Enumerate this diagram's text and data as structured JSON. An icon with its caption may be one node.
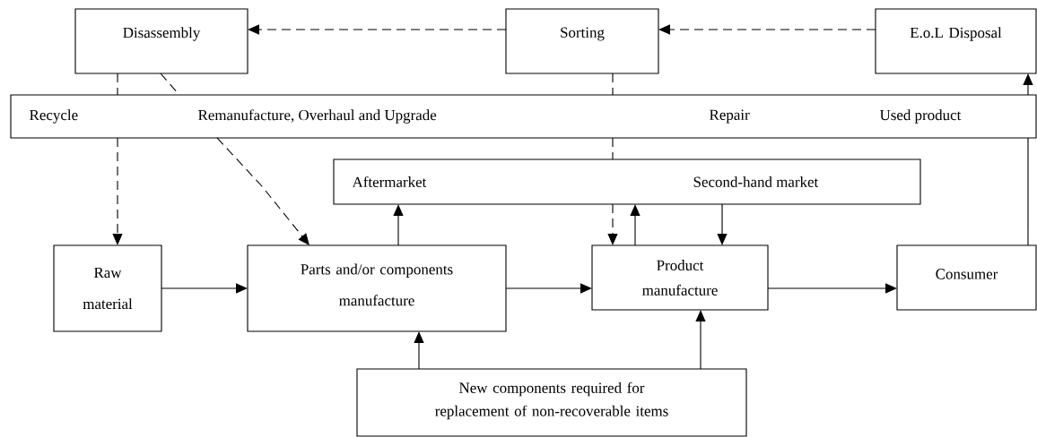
{
  "diagram": {
    "nodes": [
      {
        "text": [
          "Disassembly"
        ]
      },
      {
        "text": [
          "Sorting"
        ]
      },
      {
        "text": [
          "E.o.L Disposal"
        ]
      },
      {
        "text": [
          "Recycle",
          "Remanufacture, Overhaul and Upgrade",
          "Repair",
          "Used product"
        ]
      },
      {
        "text": [
          "Aftermarket",
          "Second-hand market"
        ]
      },
      {
        "text": [
          "Raw material"
        ]
      },
      {
        "text": [
          "Parts and/or components manufacture"
        ]
      },
      {
        "text": [
          "Product manufacture"
        ]
      },
      {
        "text": [
          "Consumer"
        ]
      },
      {
        "text": [
          "New components required for replacement of non-recoverable items"
        ]
      }
    ],
    "edges": [
      {
        "from": 1,
        "to": 0,
        "arrow": "to",
        "style": "dashed"
      },
      {
        "from": 2,
        "to": 1,
        "arrow": "to",
        "style": "dashed"
      },
      {
        "from": 0,
        "to": 3,
        "arrow": "none",
        "style": "dashed"
      },
      {
        "from": 3,
        "to": 5,
        "arrow": "to",
        "style": "dashed"
      },
      {
        "from": 0,
        "to": 3,
        "arrow": "none",
        "style": "dashed"
      },
      {
        "from": 3,
        "to": 6,
        "arrow": "to",
        "style": "dashed"
      },
      {
        "from": 1,
        "to": 3,
        "arrow": "none",
        "style": "dashed"
      },
      {
        "from": 3,
        "to": 4,
        "arrow": "none",
        "style": "dashed"
      },
      {
        "from": 4,
        "to": 7,
        "arrow": "to",
        "style": "dashed"
      },
      {
        "from": 5,
        "to": 6,
        "arrow": "to"
      },
      {
        "from": 6,
        "to": 7,
        "arrow": "to"
      },
      {
        "from": 7,
        "to": 8,
        "arrow": "to"
      },
      {
        "from": 6,
        "to": 4,
        "arrow": "to"
      },
      {
        "from": 7,
        "to": 4,
        "arrow": "to"
      },
      {
        "from": 4,
        "to": 7,
        "arrow": "to"
      },
      {
        "from": 9,
        "to": 6,
        "arrow": "to"
      },
      {
        "from": 9,
        "to": 7,
        "arrow": "to"
      },
      {
        "from": 8,
        "to": 3,
        "arrow": "none"
      },
      {
        "from": 3,
        "to": 2,
        "arrow": "to"
      }
    ]
  }
}
